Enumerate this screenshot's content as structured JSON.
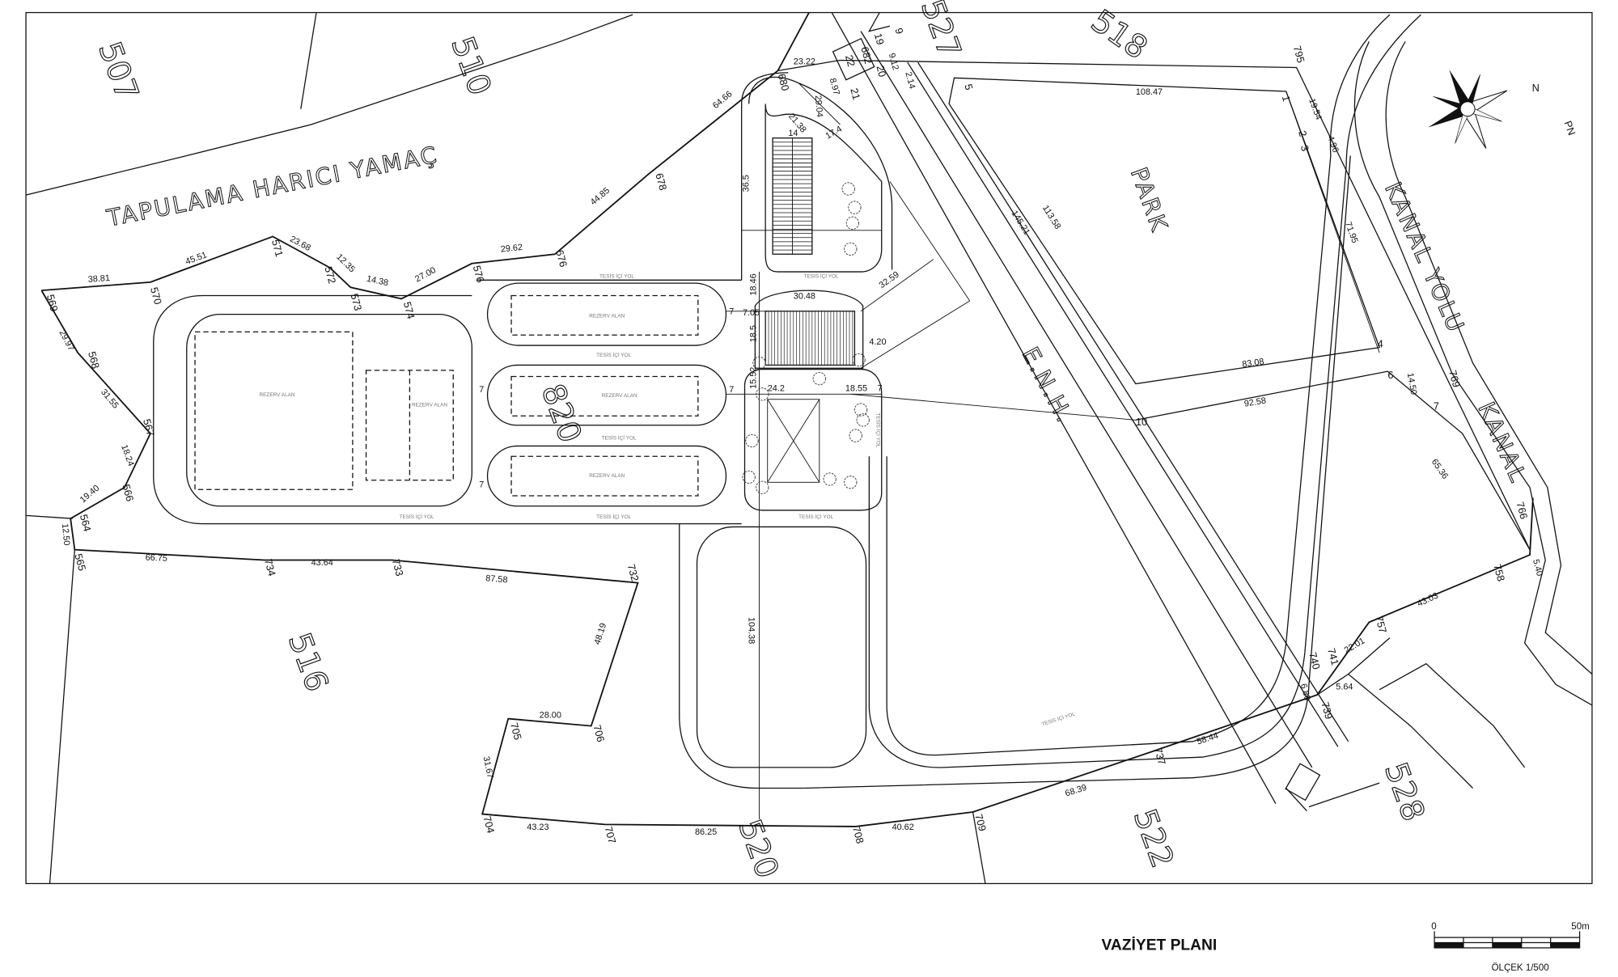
{
  "title": "VAZİYET PLANI",
  "scale": {
    "start": "0",
    "end": "50m",
    "label": "ÖLÇEK 1/500"
  },
  "north": {
    "n": "N",
    "pn": "PN"
  },
  "parcels": [
    "507",
    "510",
    "518",
    "527",
    "516",
    "520",
    "522",
    "528",
    "820"
  ],
  "areas": [
    "TAPULAMA HARICI YAMAÇ",
    "PARK",
    "E.N.H.",
    "KANAL YOLU",
    "KANAL"
  ],
  "points": [
    "569",
    "570",
    "571",
    "572",
    "573",
    "574",
    "576",
    "676",
    "678",
    "680",
    "568",
    "567",
    "566",
    "564",
    "565",
    "734",
    "733",
    "732",
    "706",
    "705",
    "704",
    "707",
    "708",
    "709",
    "737",
    "739",
    "740",
    "741",
    "757",
    "758",
    "766",
    "769",
    "795",
    "7",
    "6",
    "10",
    "4",
    "1",
    "2",
    "3",
    "5",
    "682",
    "22",
    "19",
    "20",
    "21",
    "9"
  ],
  "dims": [
    "38.81",
    "45.51",
    "23.68",
    "12.35",
    "14.38",
    "27.00",
    "29.62",
    "44.85",
    "64.66",
    "23.22",
    "29.97",
    "31.55",
    "18.24",
    "19.40",
    "12.50",
    "66.75",
    "43.64",
    "87.58",
    "48.19",
    "28.00",
    "31.67",
    "43.23",
    "86.25",
    "40.62",
    "68.39",
    "58.44",
    "22.01",
    "43.03",
    "5.64",
    "6.80",
    "5.40",
    "65.36",
    "14.50",
    "92.58",
    "83.08",
    "108.47",
    "19.54",
    "4.96",
    "71.95",
    "113.58",
    "145.21",
    "104.38",
    "30.48",
    "24.2",
    "18.55",
    "36.5",
    "14",
    "18.46",
    "18.5",
    "17.4",
    "21.38",
    "29.04",
    "32.59",
    "15.52",
    "4.20",
    "7.05",
    "8.97",
    "9.12",
    "2.14",
    "7",
    "7",
    "7",
    "7",
    "7"
  ],
  "labels": {
    "reserve": "REZERV ALAN",
    "road": "TESİS İÇİ YOL"
  }
}
